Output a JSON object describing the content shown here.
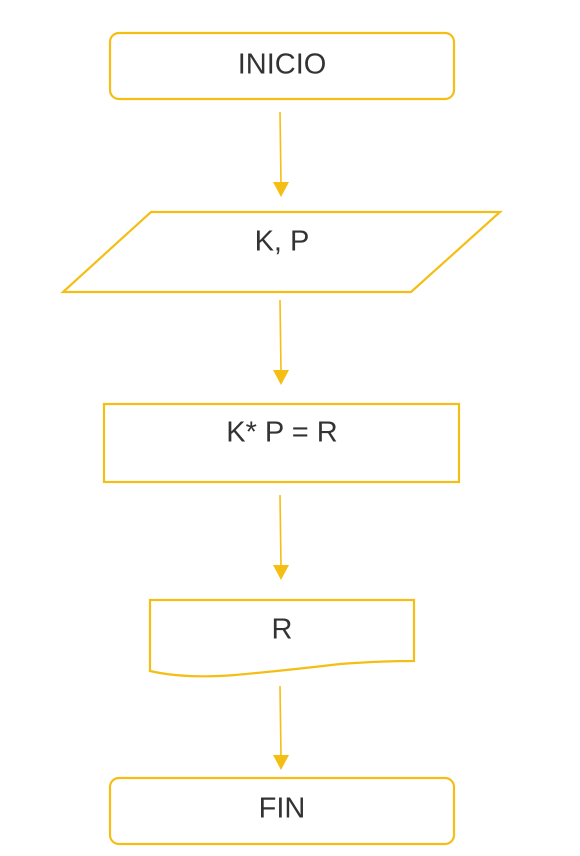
{
  "diagram": {
    "nodes": {
      "start": {
        "label": "INICIO",
        "shape": "terminator"
      },
      "input": {
        "label": "K, P",
        "shape": "parallelogram"
      },
      "process": {
        "label": "K* P = R",
        "shape": "rectangle"
      },
      "output": {
        "label": "R",
        "shape": "document"
      },
      "end": {
        "label": "FIN",
        "shape": "terminator"
      }
    },
    "edges": [
      {
        "from": "start",
        "to": "input"
      },
      {
        "from": "input",
        "to": "process"
      },
      {
        "from": "process",
        "to": "output"
      },
      {
        "from": "output",
        "to": "end"
      }
    ],
    "colors": {
      "stroke": "#f5be14",
      "text": "#333333",
      "background": "#ffffff"
    }
  }
}
